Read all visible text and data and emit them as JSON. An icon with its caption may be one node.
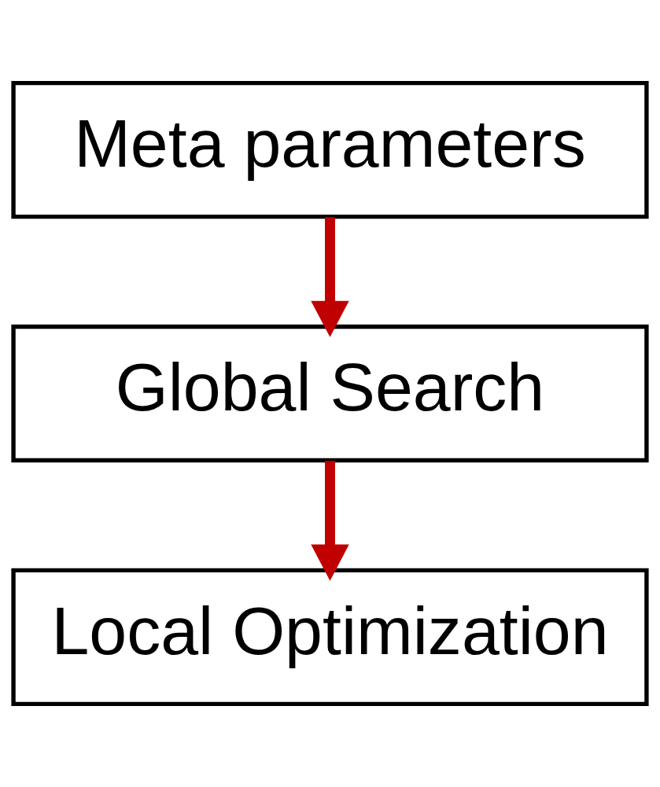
{
  "diagram": {
    "nodes": [
      {
        "text": [
          "Meta parameters"
        ]
      },
      {
        "text": [
          "Global Search"
        ]
      },
      {
        "text": [
          "Local Optimization"
        ]
      }
    ],
    "edges": [
      {
        "from": 0,
        "to": 1,
        "arrow": "to"
      },
      {
        "from": 1,
        "to": 2,
        "arrow": "to"
      }
    ]
  }
}
